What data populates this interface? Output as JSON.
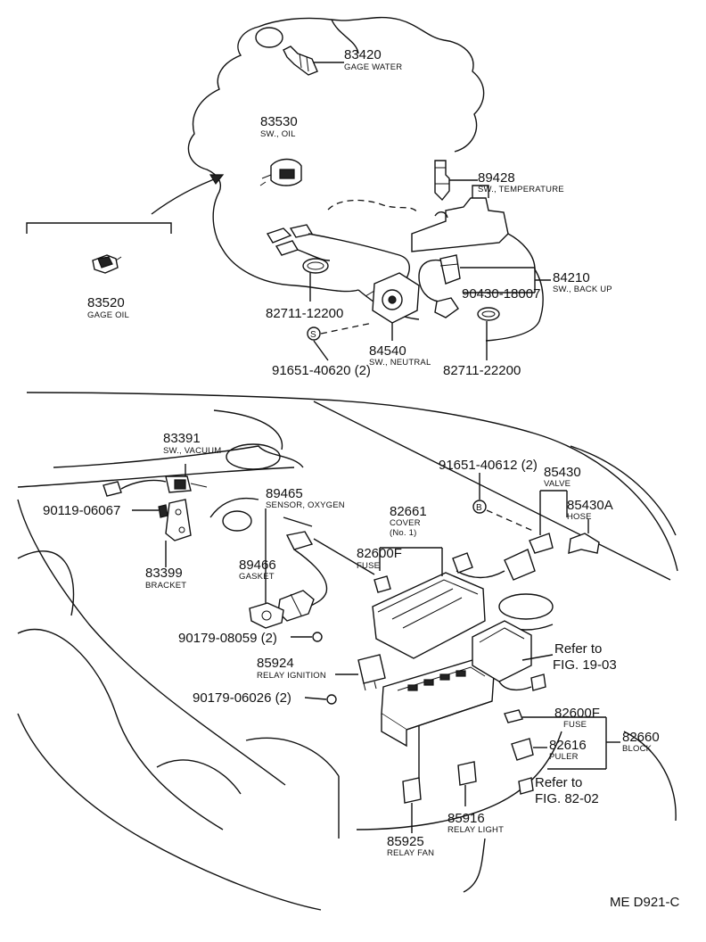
{
  "diagram_code": "ME D921-C",
  "parts": [
    {
      "id": "83420",
      "number": "83420",
      "desc": "GAGE WATER"
    },
    {
      "id": "83530",
      "number": "83530",
      "desc": "SW., OIL"
    },
    {
      "id": "89428",
      "number": "89428",
      "desc": "SW., TEMPERATURE"
    },
    {
      "id": "83520",
      "number": "83520",
      "desc": "GAGE OIL"
    },
    {
      "id": "84210",
      "number": "84210",
      "desc": "SW., BACK UP"
    },
    {
      "id": "90430",
      "number": "90430-18007",
      "desc": ""
    },
    {
      "id": "82711a",
      "number": "82711-12200",
      "desc": ""
    },
    {
      "id": "84540",
      "number": "84540",
      "desc": "SW., NEUTRAL"
    },
    {
      "id": "91651a",
      "number": "91651-40620 (2)",
      "desc": ""
    },
    {
      "id": "82711b",
      "number": "82711-22200",
      "desc": ""
    },
    {
      "id": "83391",
      "number": "83391",
      "desc": "SW., VACUUM"
    },
    {
      "id": "91651b",
      "number": "91651-40612 (2)",
      "desc": ""
    },
    {
      "id": "85430",
      "number": "85430",
      "desc": "VALVE"
    },
    {
      "id": "85430A",
      "number": "85430A",
      "desc": "HOSE"
    },
    {
      "id": "89465",
      "number": "89465",
      "desc": "SENSOR, OXYGEN"
    },
    {
      "id": "90119",
      "number": "90119-06067",
      "desc": ""
    },
    {
      "id": "82661",
      "number": "82661",
      "desc": "COVER",
      "desc2": "(No. 1)"
    },
    {
      "id": "82600Fa",
      "number": "82600F",
      "desc": "FUSE"
    },
    {
      "id": "83399",
      "number": "83399",
      "desc": "BRACKET"
    },
    {
      "id": "89466",
      "number": "89466",
      "desc": "GASKET"
    },
    {
      "id": "90179a",
      "number": "90179-08059 (2)",
      "desc": ""
    },
    {
      "id": "85924",
      "number": "85924",
      "desc": "RELAY IGNITION"
    },
    {
      "id": "90179b",
      "number": "90179-06026 (2)",
      "desc": ""
    },
    {
      "id": "82600Fb",
      "number": "82600F",
      "desc": "FUSE"
    },
    {
      "id": "82616",
      "number": "82616",
      "desc": "PULER"
    },
    {
      "id": "82660",
      "number": "82660",
      "desc": "BLOCK"
    },
    {
      "id": "85916",
      "number": "85916",
      "desc": "RELAY LIGHT"
    },
    {
      "id": "85925",
      "number": "85925",
      "desc": "RELAY FAN"
    }
  ],
  "references": [
    {
      "id": "ref1",
      "line1": "Refer to",
      "line2": "FIG. 19-03"
    },
    {
      "id": "ref2",
      "line1": "Refer to",
      "line2": "FIG. 82-02"
    }
  ],
  "markers": {
    "s": "S",
    "b": "B"
  }
}
